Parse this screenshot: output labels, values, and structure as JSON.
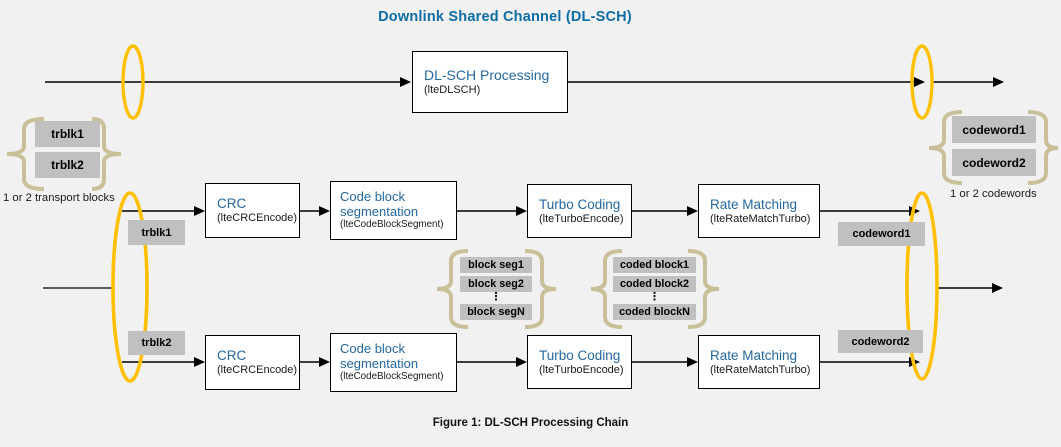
{
  "figure": {
    "title": "Downlink Shared Channel (DL-SCH)",
    "caption": "Figure 1: DL-SCH Processing Chain"
  },
  "colors": {
    "background": "#f1f1f1",
    "box_title_blue": "#25689c",
    "figure_title_blue": "#0d6da4",
    "highlight_yellow": "#ffc000",
    "brace_tan": "#c9bf98",
    "gray_label_bg": "#c0c0c0",
    "line_black": "#000000"
  },
  "overview": {
    "block": {
      "title": "DL-SCH Processing",
      "function": "(lteDLSCH)"
    },
    "input_stack": {
      "items": [
        "trblk1",
        "trblk2"
      ],
      "label": "1 or 2 transport blocks"
    },
    "output_stack": {
      "items": [
        "codeword1",
        "codeword2"
      ],
      "label": "1 or 2 codewords"
    }
  },
  "chains": [
    {
      "input_label": "trblk1",
      "output_label": "codeword1",
      "blocks": [
        {
          "title": "CRC",
          "function": "(lteCRCEncode)"
        },
        {
          "title": "Code block segmentation",
          "function": "(lteCodeBlockSegment)"
        },
        {
          "title": "Turbo Coding",
          "function": "(lteTurboEncode)"
        },
        {
          "title": "Rate Matching",
          "function": "(lteRateMatchTurbo)"
        }
      ]
    },
    {
      "input_label": "trblk2",
      "output_label": "codeword2",
      "blocks": [
        {
          "title": "CRC",
          "function": "(lteCRCEncode)"
        },
        {
          "title": "Code block segmentation",
          "function": "(lteCodeBlockSegment)"
        },
        {
          "title": "Turbo Coding",
          "function": "(lteTurboEncode)"
        },
        {
          "title": "Rate Matching",
          "function": "(lteRateMatchTurbo)"
        }
      ]
    }
  ],
  "intermediate": {
    "segment_stack": {
      "items": [
        "block seg1",
        "block seg2",
        "block segN"
      ],
      "dots": "⋮"
    },
    "coded_stack": {
      "items": [
        "coded block1",
        "coded block2",
        "coded blockN"
      ],
      "dots": "⋮"
    }
  }
}
